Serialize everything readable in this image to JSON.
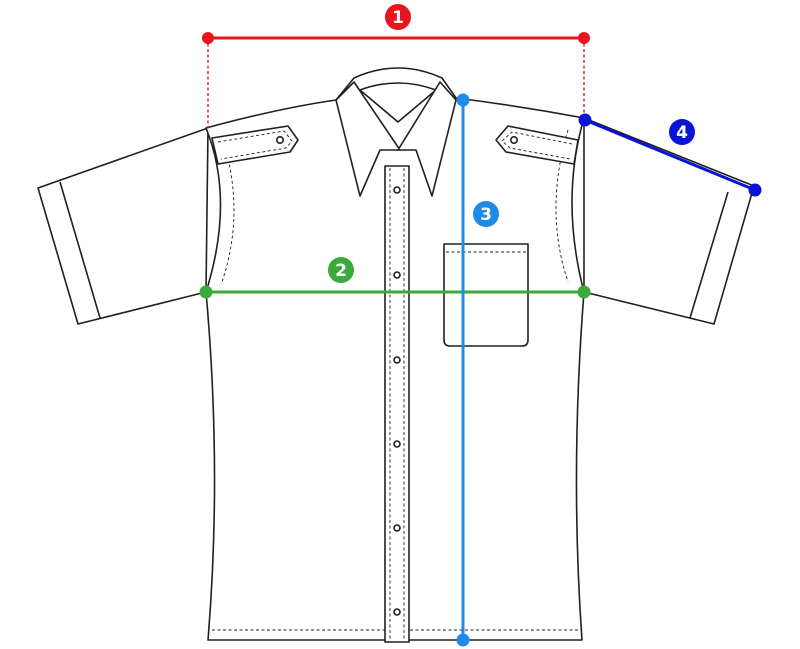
{
  "figure": {
    "subject": "short-sleeve-shirt",
    "measurements": [
      {
        "label": "1",
        "color": "#e8151c"
      },
      {
        "label": "2",
        "color": "#3aaa3a"
      },
      {
        "label": "3",
        "color": "#1f8be8"
      },
      {
        "label": "4",
        "color": "#0a14d6"
      }
    ]
  }
}
